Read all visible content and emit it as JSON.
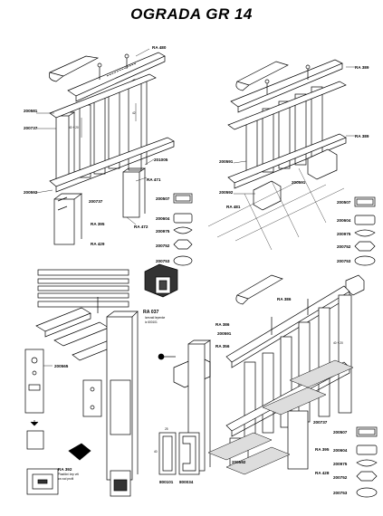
{
  "title": "OGRADA GR 14",
  "top_left": {
    "ra_top": "RA 480",
    "parts_left": [
      "200581",
      "200737",
      "200592"
    ],
    "part_mid": "201005",
    "ra_mid": "RA 471",
    "part_bottom_mid": "200737",
    "ra_bottom": [
      "RA 395",
      "RA 429"
    ],
    "ra_bottom_right": "RA 472",
    "dim_a": "40 + 20",
    "dim_b": "42"
  },
  "top_right": {
    "ra_top": "RA 389",
    "ra_mid": "RA 389",
    "part_left": "200591",
    "part_bottom_left": "200592",
    "part_bottom_mid": "200591",
    "ra_foot": "RA 481"
  },
  "profiles": [
    "200507",
    "200604",
    "200975",
    "200752",
    "200753"
  ],
  "middle_left": {
    "ra_label": "RA 037",
    "note_line1": "Izrezati lepenke",
    "note_line2": "iz 600101"
  },
  "bottom_left": {
    "part": "200565",
    "ra_label": "RA 392",
    "note_line1": "Plastični čep vrti",
    "note_line2": "za vod profil"
  },
  "bottom_mid": {
    "parts": [
      "800101",
      "800034"
    ],
    "dim_top": "25",
    "dim_side": "40"
  },
  "bottom_right": {
    "ra_labels": [
      "RA 386",
      "RA 386",
      "RA 356"
    ],
    "part_upper": "200591",
    "part_mid": "200737",
    "ra_low": [
      "RA 395",
      "RA 428"
    ],
    "part_bottom": "200592",
    "dim": "40 + 20"
  }
}
